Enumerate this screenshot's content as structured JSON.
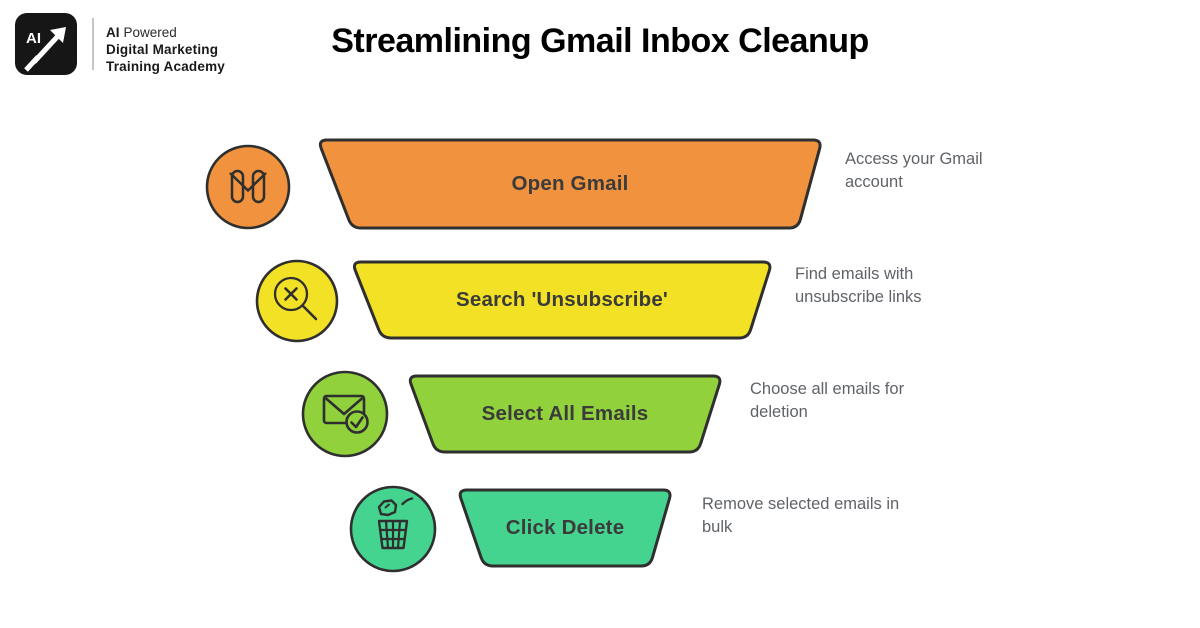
{
  "header": {
    "logo_monogram": "AI",
    "brand_line1_strong": "AI",
    "brand_line1_rest": "Powered",
    "brand_line2": "Digital Marketing",
    "brand_line3": "Training Academy"
  },
  "title": "Streamlining Gmail Inbox Cleanup",
  "colors": {
    "step1_orange": "#F0923E",
    "step2_yellow": "#F2E124",
    "step3_green": "#90D13C",
    "step4_mint": "#45D490",
    "outline": "#2f2f2f",
    "label_text": "#3b3b3b",
    "description_text": "#5f6368"
  },
  "steps": [
    {
      "label": "Open Gmail",
      "description": "Access your Gmail account",
      "icon": "gmail-icon",
      "color": "#F0923E"
    },
    {
      "label": "Search 'Unsubscribe'",
      "description": "Find emails with unsubscribe links",
      "icon": "search-remove-icon",
      "color": "#F2E124"
    },
    {
      "label": "Select All Emails",
      "description": "Choose all emails for deletion",
      "icon": "email-check-icon",
      "color": "#90D13C"
    },
    {
      "label": "Click Delete",
      "description": "Remove selected emails in bulk",
      "icon": "trash-icon",
      "color": "#45D490"
    }
  ]
}
